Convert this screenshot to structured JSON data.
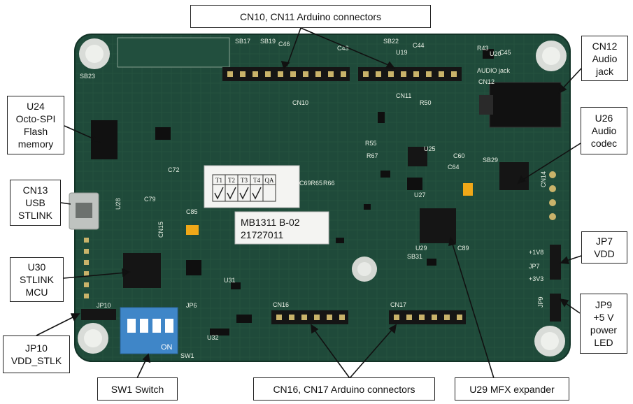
{
  "labels": {
    "cn10_cn11": "CN10, CN11 Arduino connectors",
    "cn12": [
      "CN12",
      "Audio",
      "jack"
    ],
    "u24": [
      "U24",
      "Octo-SPI",
      "Flash",
      "memory"
    ],
    "u26": [
      "U26",
      "Audio",
      "codec"
    ],
    "cn13": [
      "CN13",
      "USB",
      "STLINK"
    ],
    "u30": [
      "U30",
      "STLINK",
      "MCU"
    ],
    "jp7": [
      "JP7",
      "VDD"
    ],
    "jp9": [
      "JP9",
      "+5 V",
      "power",
      "LED"
    ],
    "jp10": [
      "JP10",
      "VDD_STLK"
    ],
    "sw1": "SW1 Switch",
    "cn16_cn17": "CN16, CN17 Arduino connectors",
    "u29": "U29 MFX expander"
  },
  "board_text": {
    "board_id": "MB1311  B-02",
    "serial": "21727011",
    "qa_headers": [
      "T1",
      "T2",
      "T3",
      "T4",
      "QA"
    ],
    "cn10": "CN10",
    "cn11": "CN11",
    "cn12": "CN12",
    "cn14": "CN14",
    "cn15": "CN15",
    "cn16": "CN16",
    "cn17": "CN17",
    "u25": "U25",
    "u27": "U27",
    "u28": "U28",
    "u29": "U29",
    "u31": "U31",
    "u32": "U32",
    "sw1": "SW1",
    "on": "ON",
    "jp7": "JP7",
    "jp9": "JP9",
    "jp10": "JP10",
    "jp6": "JP6",
    "audio_jack": "AUDIO  jack",
    "plus_1v8": "+1V8",
    "plus_3v3": "+3V3",
    "c85": "C85",
    "c89": "C89",
    "r66": "R66",
    "c69r65": "C69R65",
    "c72": "C72",
    "c79": "C79",
    "c60": "C60",
    "c64": "C64",
    "r55": "R55",
    "r50": "R50",
    "r67": "R67",
    "c43": "C43",
    "c44": "C44",
    "c45": "C45",
    "r43": "R43",
    "u19": "U19",
    "u20": "U20",
    "c46": "C46",
    "sb19": "SB19",
    "sb17": "SB17",
    "sb22": "SB22",
    "sb23": "SB23",
    "sb29": "SB29",
    "sb31": "SB31"
  },
  "colors": {
    "pcb": "#1f4a3a",
    "pcb_dark": "#163a2d",
    "header": "#151515",
    "pad": "#c9b36a",
    "switch": "#3f86c8",
    "led": "#f0a818"
  }
}
